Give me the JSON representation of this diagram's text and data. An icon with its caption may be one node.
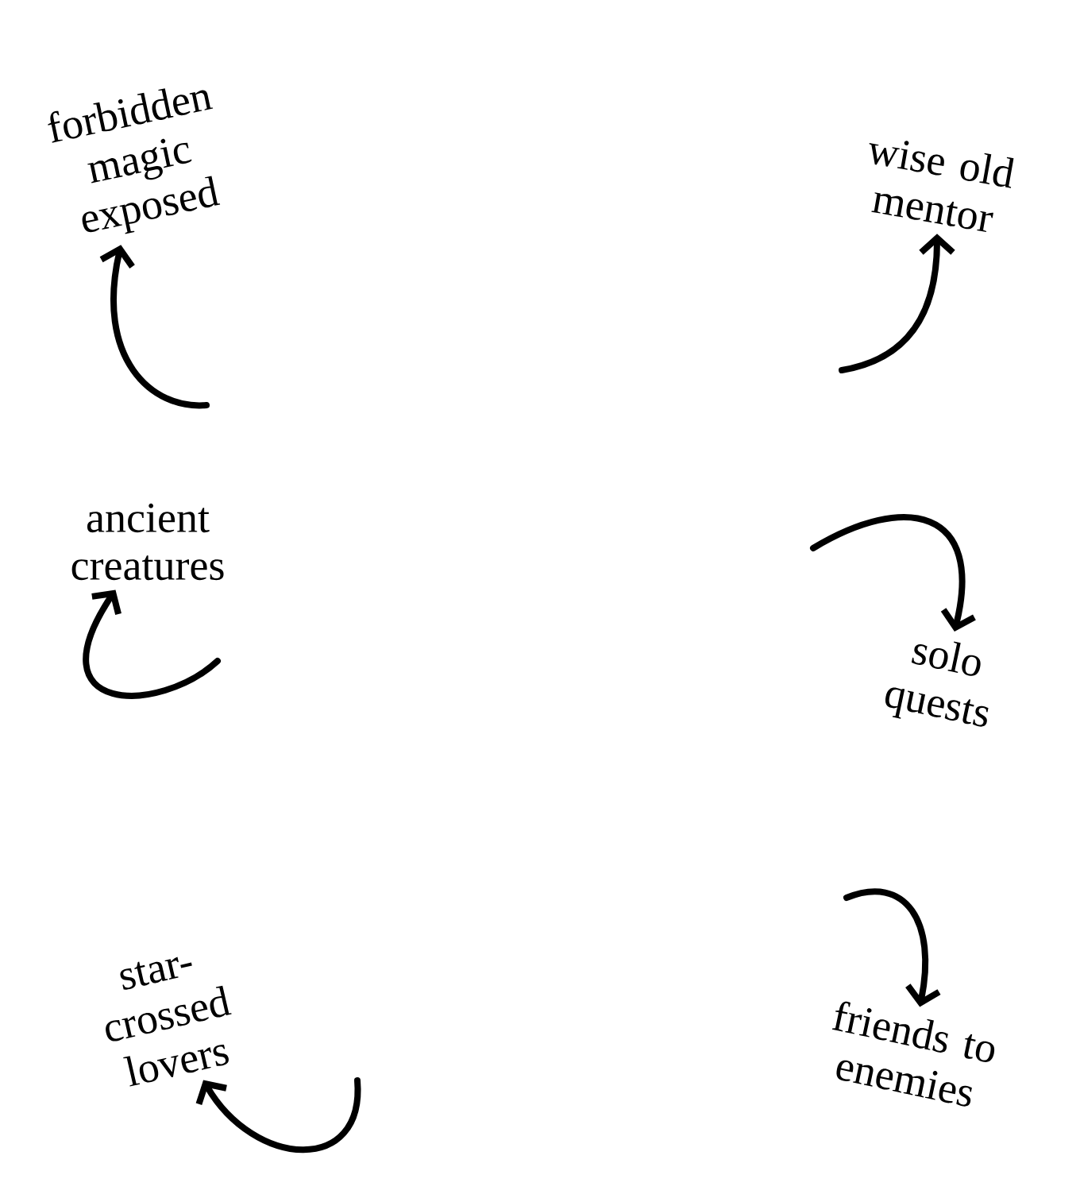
{
  "diagram": {
    "nodes": [
      {
        "text": [
          "forbidden magic exposed"
        ]
      },
      {
        "text": [
          "wise old mentor"
        ]
      },
      {
        "text": [
          "ancient creatures"
        ]
      },
      {
        "text": [
          "solo quests"
        ]
      },
      {
        "text": [
          "star-crossed lovers"
        ]
      },
      {
        "text": [
          "friends to enemies"
        ]
      }
    ],
    "edges": [
      {
        "from": null,
        "to": 0,
        "arrow": "to"
      },
      {
        "from": null,
        "to": 1,
        "arrow": "to"
      },
      {
        "from": null,
        "to": 2,
        "arrow": "to"
      },
      {
        "from": null,
        "to": 3,
        "arrow": "to"
      },
      {
        "from": null,
        "to": 4,
        "arrow": "to"
      },
      {
        "from": null,
        "to": 5,
        "arrow": "to"
      }
    ]
  }
}
